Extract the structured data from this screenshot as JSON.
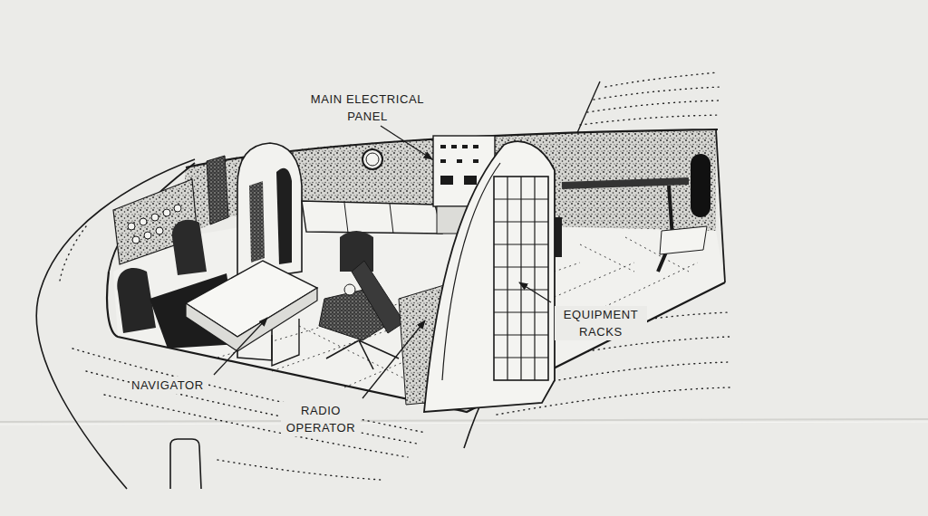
{
  "diagram": {
    "labels": [
      "MAIN ELECTRICAL PANEL",
      "NAVIGATOR",
      "RADIO OPERATOR",
      "EQUIPMENT RACKS"
    ]
  }
}
